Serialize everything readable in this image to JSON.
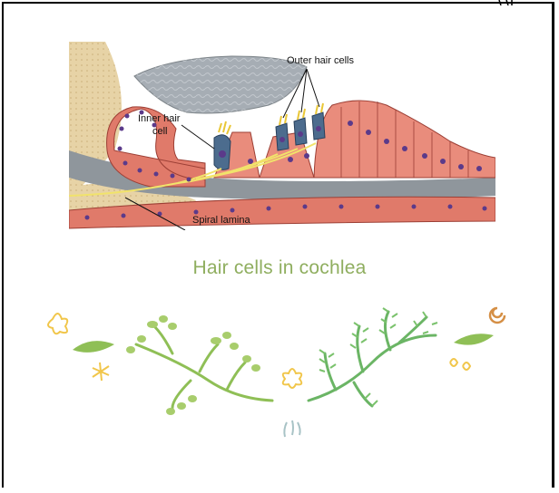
{
  "figure": {
    "labels": {
      "outer_hair_cells": "Outer hair cells",
      "inner_hair_cell_line1": "Inner hair",
      "inner_hair_cell_line2": "cell",
      "spiral_lamina": "Spiral lamina"
    }
  },
  "caption": "Hair cells in cochlea",
  "colors": {
    "caption": "#8fae5f",
    "cell_fill": "#e07a6a",
    "nucleus": "#5b3a8a",
    "membrane": "#8f969c",
    "nerve": "#f1e36b",
    "bone": "#e7d3a6"
  }
}
